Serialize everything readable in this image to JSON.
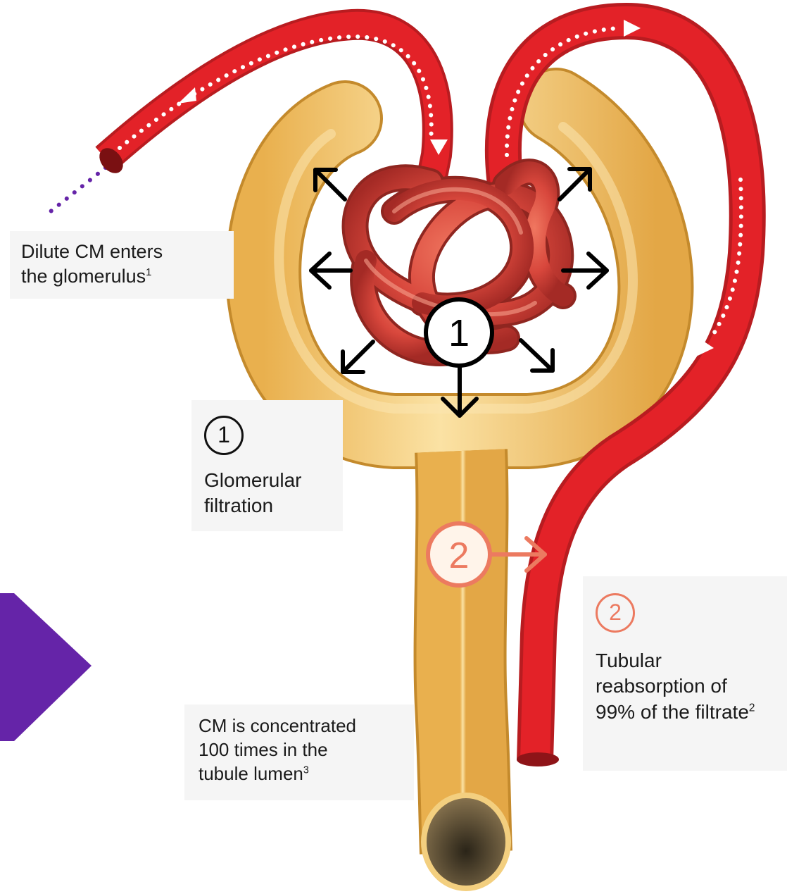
{
  "labels": {
    "dilute": {
      "line1": "Dilute CM enters",
      "line2": "the glomerulus",
      "ref": "1"
    },
    "glomerular": {
      "step": "1",
      "line1": "Glomerular",
      "line2": "filtration"
    },
    "tubular": {
      "step": "2",
      "line1": "Tubular",
      "line2": "reabsorption of",
      "line3": "99% of the filtrate",
      "ref": "2"
    },
    "concentrated": {
      "line1": "CM is concentrated",
      "line2": "100 times in the",
      "line3": "tubule lumen",
      "ref": "3"
    }
  },
  "markers": {
    "glomerulus_step": "1",
    "tubule_step": "2"
  },
  "colors": {
    "vessel": "#e32228",
    "vessel_dark": "#b81c20",
    "glomerulus": "#d9443a",
    "tubule": "#f5c565",
    "tubule_light": "#fbe0a0",
    "tubule_dark": "#c9932e",
    "reabsorption": "#ec7a60",
    "purple": "#6524a8"
  }
}
